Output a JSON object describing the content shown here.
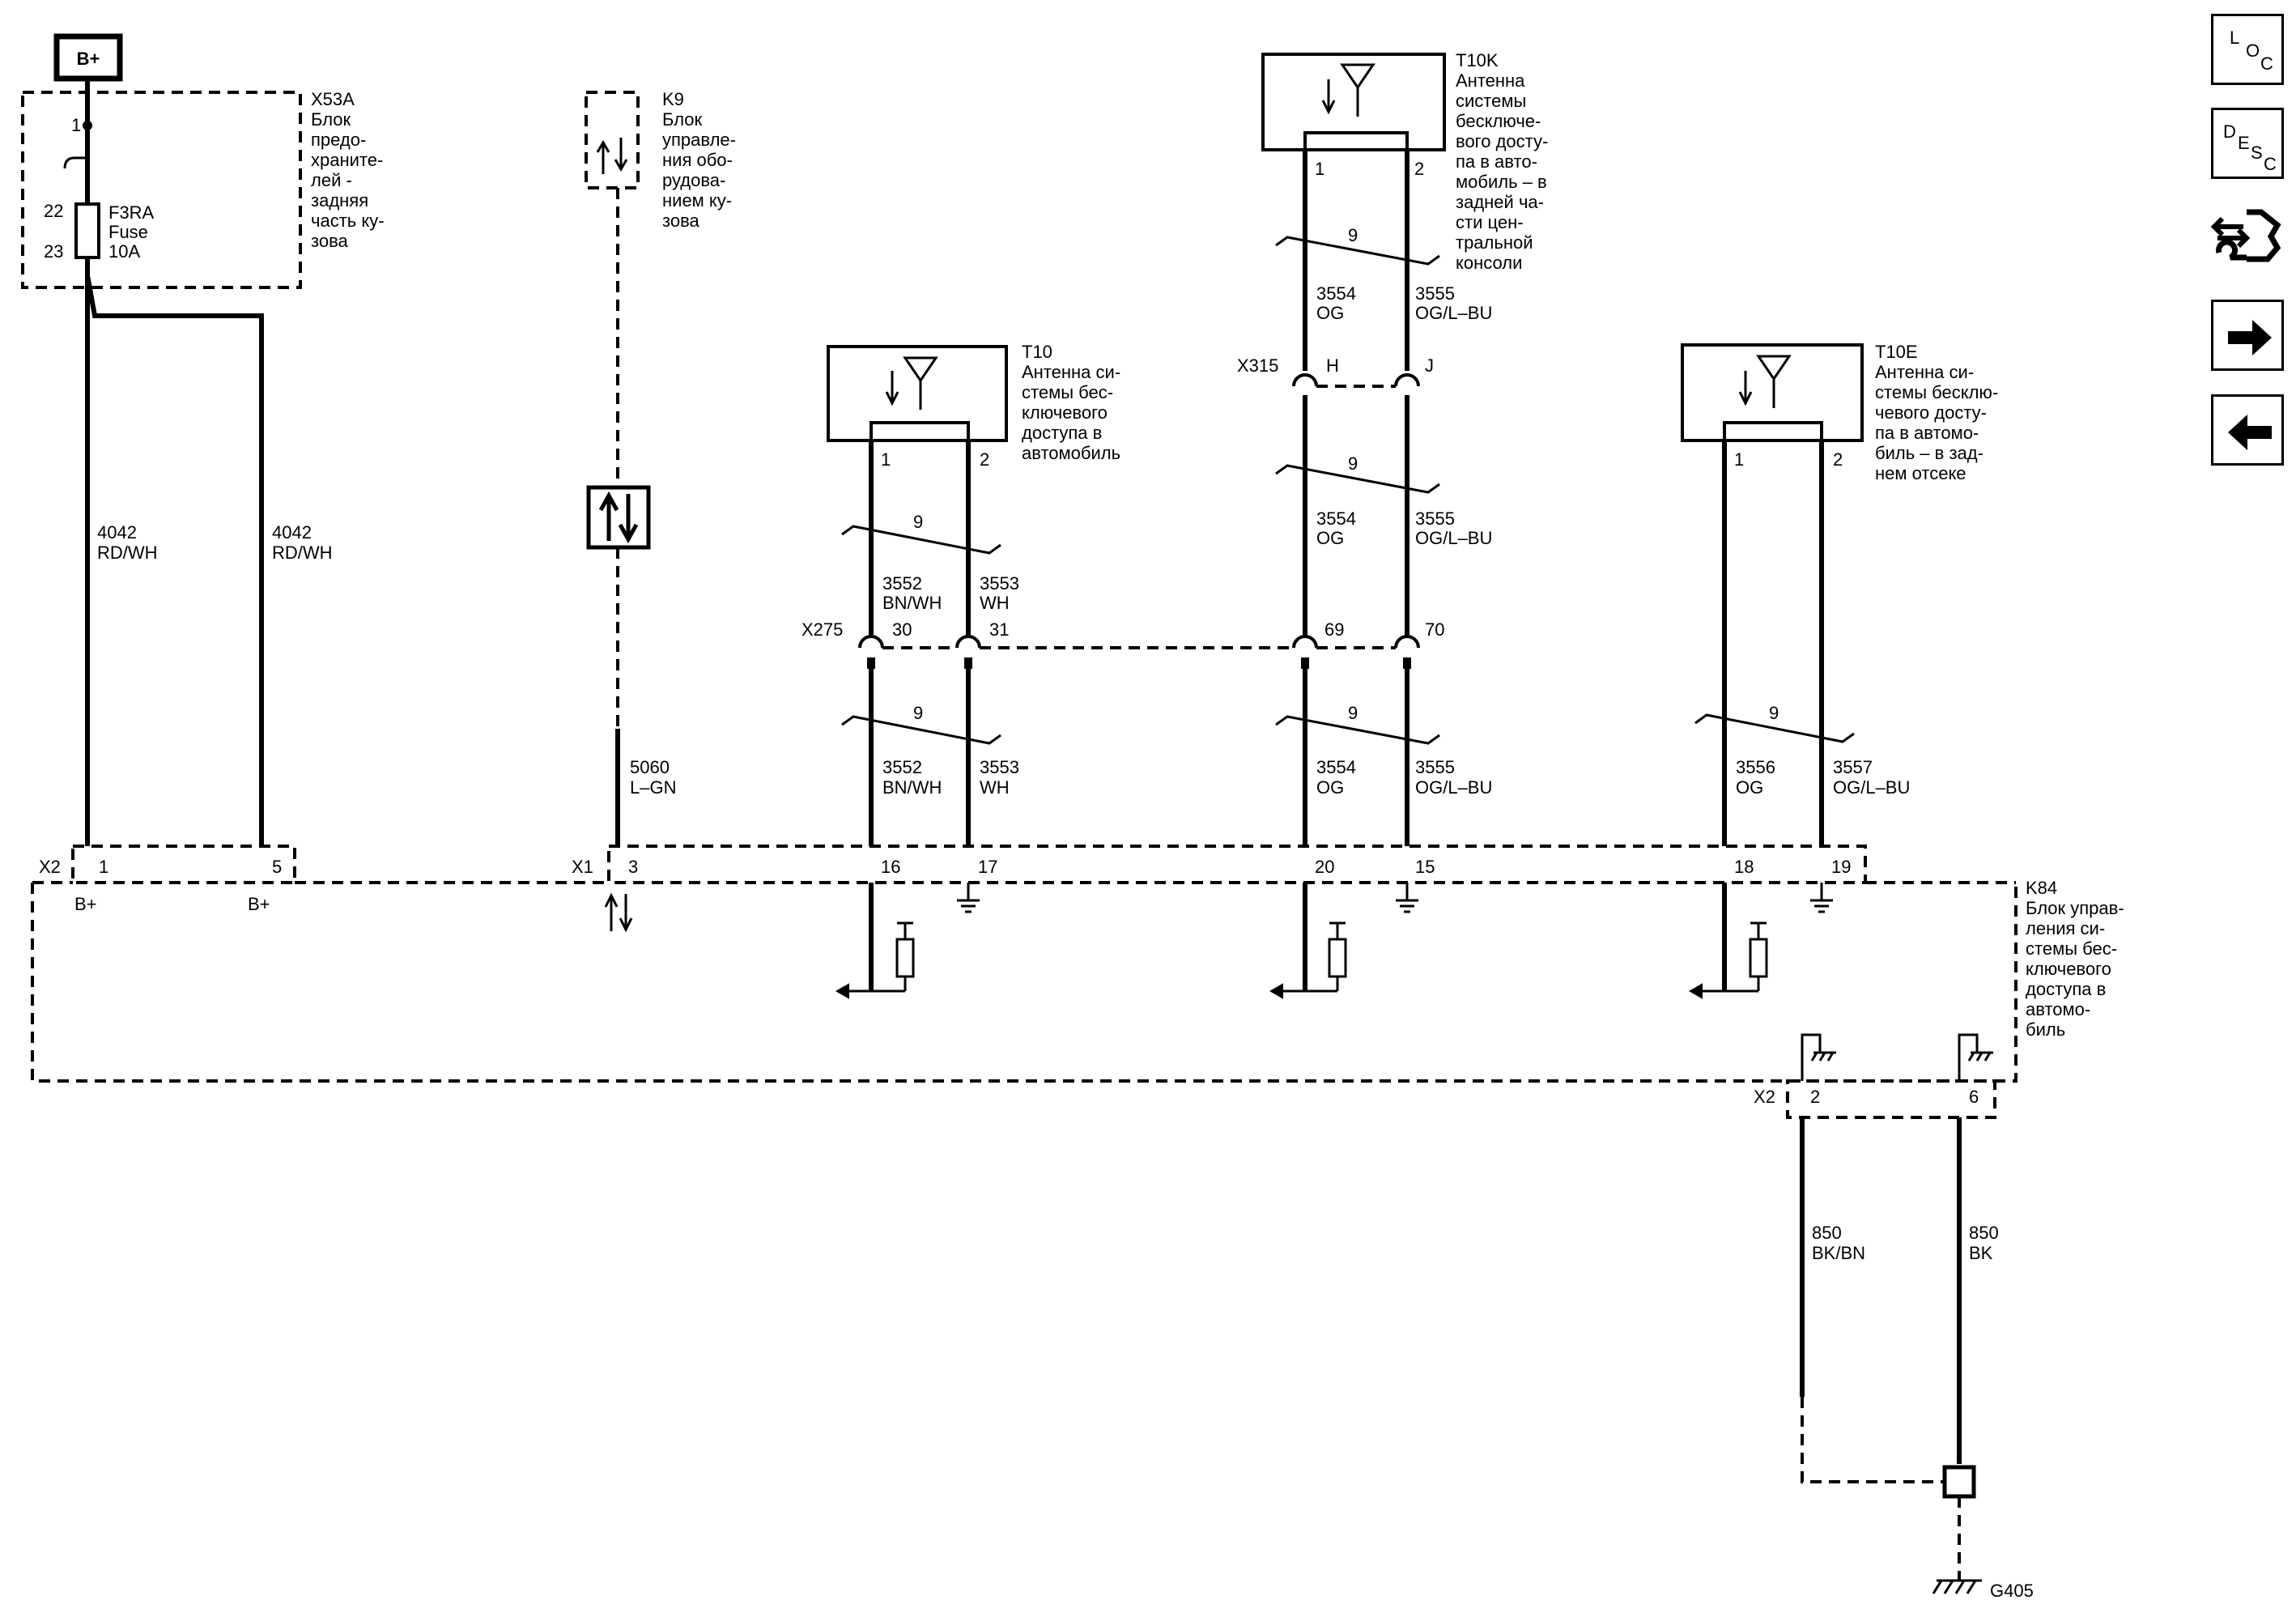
{
  "power_label": "B+",
  "x53a": {
    "id": "X53A",
    "name_lines": [
      "Блок",
      "предо-",
      "храните-",
      "лей -",
      "задняя",
      "часть ку-",
      "зова"
    ],
    "pin_top": "1",
    "pin_in": "22",
    "pin_out": "23",
    "fuse_lines": [
      "F3RA",
      "Fuse",
      "10A"
    ]
  },
  "k9": {
    "id": "K9",
    "name_lines": [
      "Блок",
      "управле-",
      "ния обо-",
      "рудова-",
      "нием ку-",
      "зова"
    ]
  },
  "t10": {
    "id": "T10",
    "name_lines": [
      "Антенна си-",
      "стемы бес-",
      "ключевого",
      "доступа в",
      "автомобиль"
    ],
    "pin1": "1",
    "pin2": "2"
  },
  "t10k": {
    "id": "T10K",
    "name_lines": [
      "Антенна",
      "системы",
      "бесключе-",
      "вого досту-",
      "па в авто-",
      "мобиль – в",
      "задней ча-",
      "сти цен-",
      "тральной",
      "консоли"
    ],
    "pin1": "1",
    "pin2": "2"
  },
  "t10e": {
    "id": "T10E",
    "name_lines": [
      "Антенна си-",
      "стемы бесклю-",
      "чевого досту-",
      "па в автомо-",
      "биль – в зад-",
      "нем отсеке"
    ],
    "pin1": "1",
    "pin2": "2"
  },
  "k84": {
    "id": "K84",
    "name_lines": [
      "Блок управ-",
      "ления си-",
      "стемы бес-",
      "ключевого",
      "доступа в",
      "автомо-",
      "биль"
    ]
  },
  "twist": "9",
  "wires": {
    "b1": [
      "4042",
      "RD/WH"
    ],
    "b2": [
      "4042",
      "RD/WH"
    ],
    "k9": [
      "5060",
      "L–GN"
    ],
    "t10a_top": [
      "3552",
      "BN/WH"
    ],
    "t10b_top": [
      "3553",
      "WH"
    ],
    "t10a_bot": [
      "3552",
      "BN/WH"
    ],
    "t10b_bot": [
      "3553",
      "WH"
    ],
    "t10k1_a": [
      "3554",
      "OG"
    ],
    "t10k2_a": [
      "3555",
      "OG/L–BU"
    ],
    "t10k1_b": [
      "3554",
      "OG"
    ],
    "t10k2_b": [
      "3555",
      "OG/L–BU"
    ],
    "t10k1_c": [
      "3554",
      "OG"
    ],
    "t10k2_c": [
      "3555",
      "OG/L–BU"
    ],
    "t10e1": [
      "3556",
      "OG"
    ],
    "t10e2": [
      "3557",
      "OG/L–BU"
    ],
    "g1": [
      "850",
      "BK/BN"
    ],
    "g2": [
      "850",
      "BK"
    ]
  },
  "connectors": {
    "x315": {
      "id": "X315",
      "pin_a": "H",
      "pin_b": "J"
    },
    "x275": {
      "id": "X275",
      "pins": [
        "30",
        "31",
        "69",
        "70"
      ]
    },
    "k84_x2_top": {
      "id": "X2",
      "pins": [
        "1",
        "5"
      ],
      "pin_labels": [
        "B+",
        "B+"
      ]
    },
    "k84_x1": {
      "id": "X1",
      "pins": [
        "3",
        "16",
        "17",
        "20",
        "15",
        "18",
        "19"
      ]
    },
    "k84_x2_bot": {
      "id": "X2",
      "pins": [
        "2",
        "6"
      ]
    }
  },
  "ground": "G405",
  "nav": {
    "loc": [
      "L",
      "O",
      "C"
    ],
    "desc": [
      "D",
      "E",
      "S",
      "C"
    ],
    "icons": [
      "connector-list-icon",
      "next-arrow-icon",
      "back-arrow-icon"
    ]
  }
}
